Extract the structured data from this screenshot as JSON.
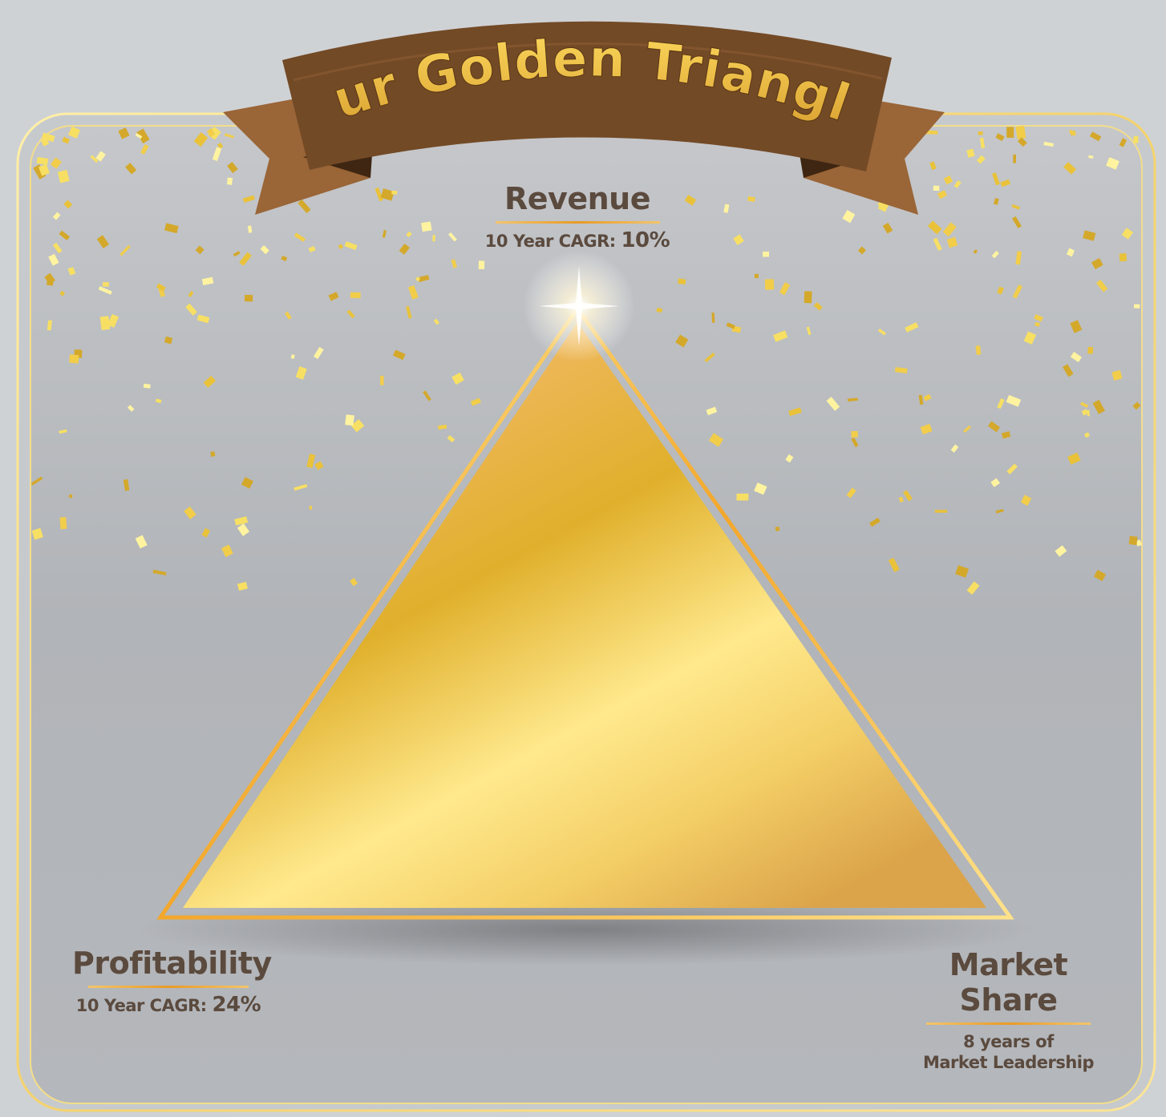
{
  "title": "Our Golden Triangle",
  "vertices": {
    "top": {
      "label": "Revenue",
      "metric_prefix": "10 Year CAGR:",
      "metric_value": "10%"
    },
    "bottom_left": {
      "label": "Profitability",
      "metric_prefix": "10 Year CAGR:",
      "metric_value": "24%"
    },
    "bottom_right": {
      "label": "Market Share",
      "line1": "8 years of",
      "line2": "Market Leadership"
    }
  },
  "colors": {
    "background": "#cfd2d5",
    "panel": "#b3b6bb",
    "ribbon": "#734a26",
    "ribbon_fold": "#9a6537",
    "gold": "#e0b030",
    "gold_light": "#ffe88a",
    "text": "#5b4a3e"
  },
  "decoration": "gold-confetti"
}
